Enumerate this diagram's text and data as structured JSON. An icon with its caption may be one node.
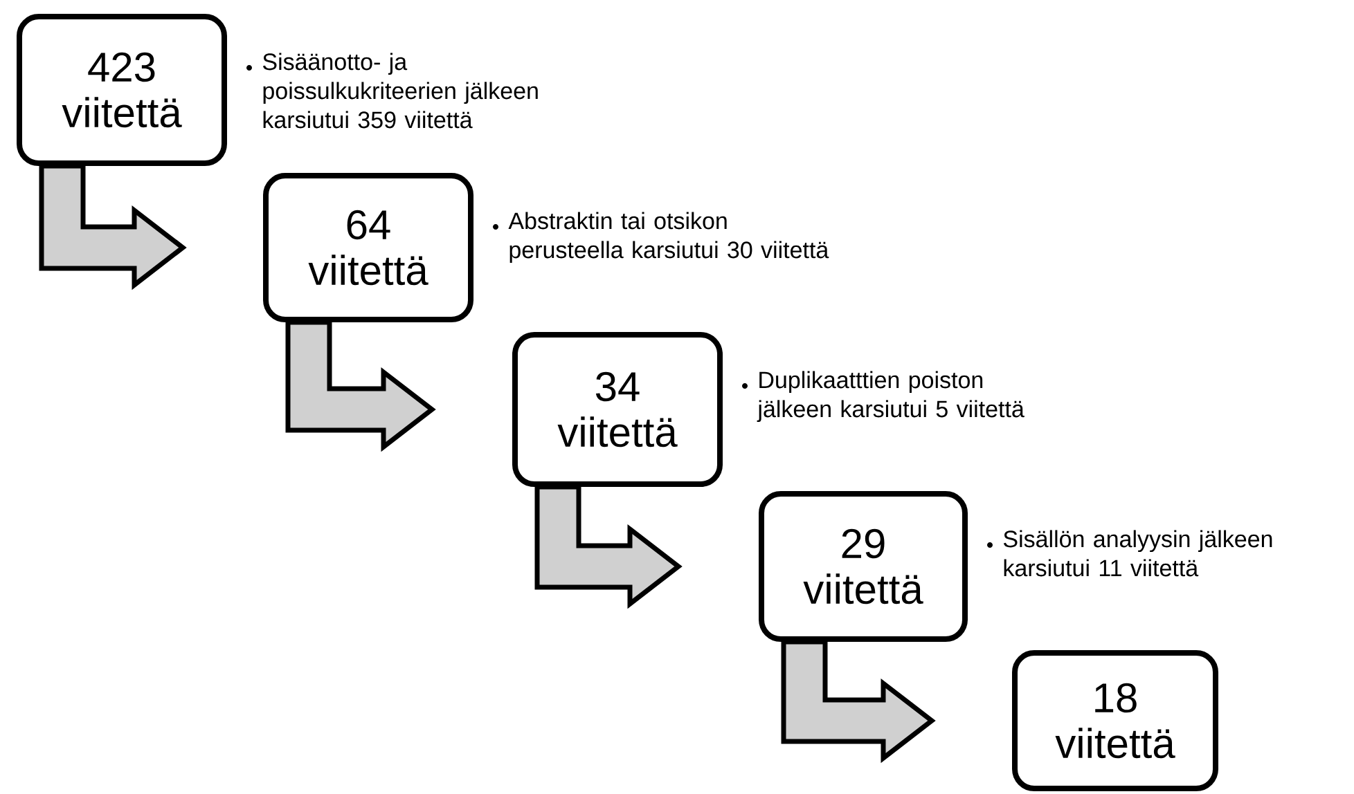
{
  "diagram": {
    "nodes": [
      {
        "text": [
          "423 viitettä"
        ],
        "beside": [
          "Sisäänotto- ja poissulkukriteerien jälkeen karsiutui 359 viitettä"
        ]
      },
      {
        "text": [
          "64 viitettä"
        ],
        "beside": [
          "Abstraktin tai otsikon perusteella karsiutui 30 viitettä"
        ]
      },
      {
        "text": [
          "34 viitettä"
        ],
        "beside": [
          "Duplikaatttien poiston jälkeen karsiutui 5 viitettä"
        ]
      },
      {
        "text": [
          "29 viitettä"
        ],
        "beside": [
          "Sisällön analyysin jälkeen karsiutui 11 viitettä"
        ]
      },
      {
        "text": [
          "18 viitettä"
        ]
      }
    ],
    "edges": [
      {
        "from": 0,
        "to": 1,
        "arrow": "to"
      },
      {
        "from": 1,
        "to": 2,
        "arrow": "to"
      },
      {
        "from": 2,
        "to": 3,
        "arrow": "to"
      },
      {
        "from": 3,
        "to": 4,
        "arrow": "to"
      }
    ]
  }
}
